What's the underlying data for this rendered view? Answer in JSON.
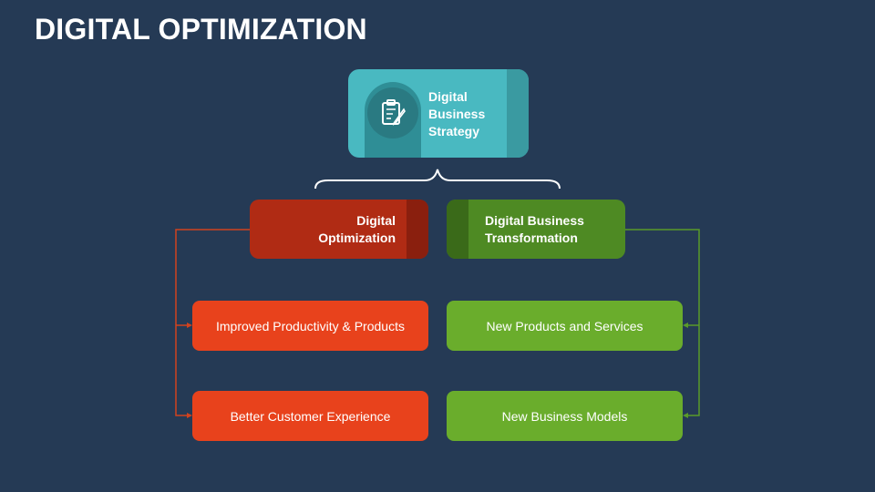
{
  "title": "DIGITAL OPTIMIZATION",
  "strategy": {
    "label_lines": [
      "Digital",
      "Business",
      "Strategy"
    ],
    "icon": "clipboard-pen-icon"
  },
  "left_branch": {
    "label_lines": [
      "Digital",
      "Optimization"
    ],
    "items": [
      "Improved Productivity & Products",
      "Better Customer Experience"
    ]
  },
  "right_branch": {
    "label_lines": [
      "Digital Business",
      "Transformation"
    ],
    "items": [
      "New Products and Services",
      "New Business Models"
    ]
  },
  "colors": {
    "background": "#253a55",
    "teal": "#49b9c1",
    "dark_red": "#b02b14",
    "red": "#e8421c",
    "dark_green": "#4e8a23",
    "green": "#6aad2c"
  }
}
